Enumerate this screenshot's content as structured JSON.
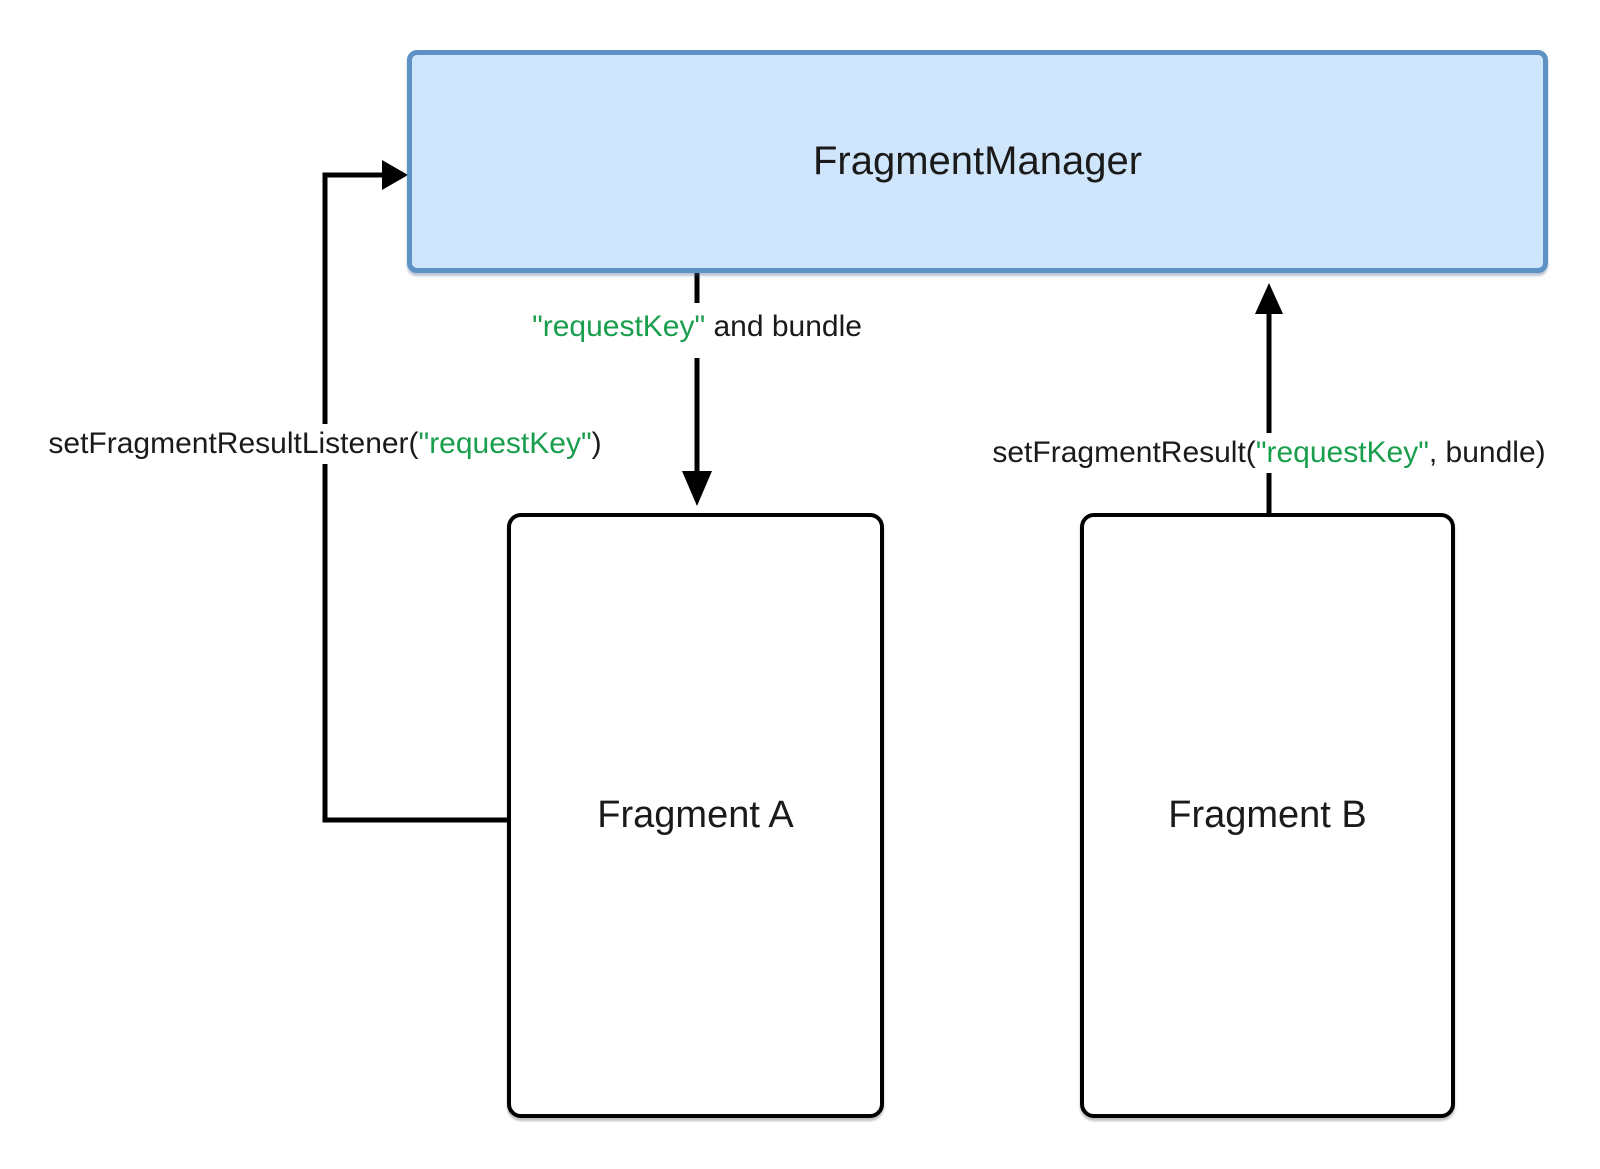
{
  "diagram": {
    "manager": {
      "label": "FragmentManager"
    },
    "fragment_a": {
      "label": "Fragment A"
    },
    "fragment_b": {
      "label": "Fragment B"
    },
    "annotations": {
      "request_key_bundle": {
        "green": "\"requestKey\"",
        "rest": " and bundle"
      },
      "set_listener": {
        "prefix": "setFragmentResultListener(",
        "green": "\"requestKey\"",
        "suffix": ")"
      },
      "set_result": {
        "prefix": "setFragmentResult(",
        "green": "\"requestKey\"",
        "suffix": ", bundle)"
      }
    },
    "colors": {
      "green": "#199e4d",
      "box_fill": "#cfe5fb",
      "box_border": "#5e92c4",
      "line": "#000000",
      "text": "#1a1a1a"
    }
  }
}
